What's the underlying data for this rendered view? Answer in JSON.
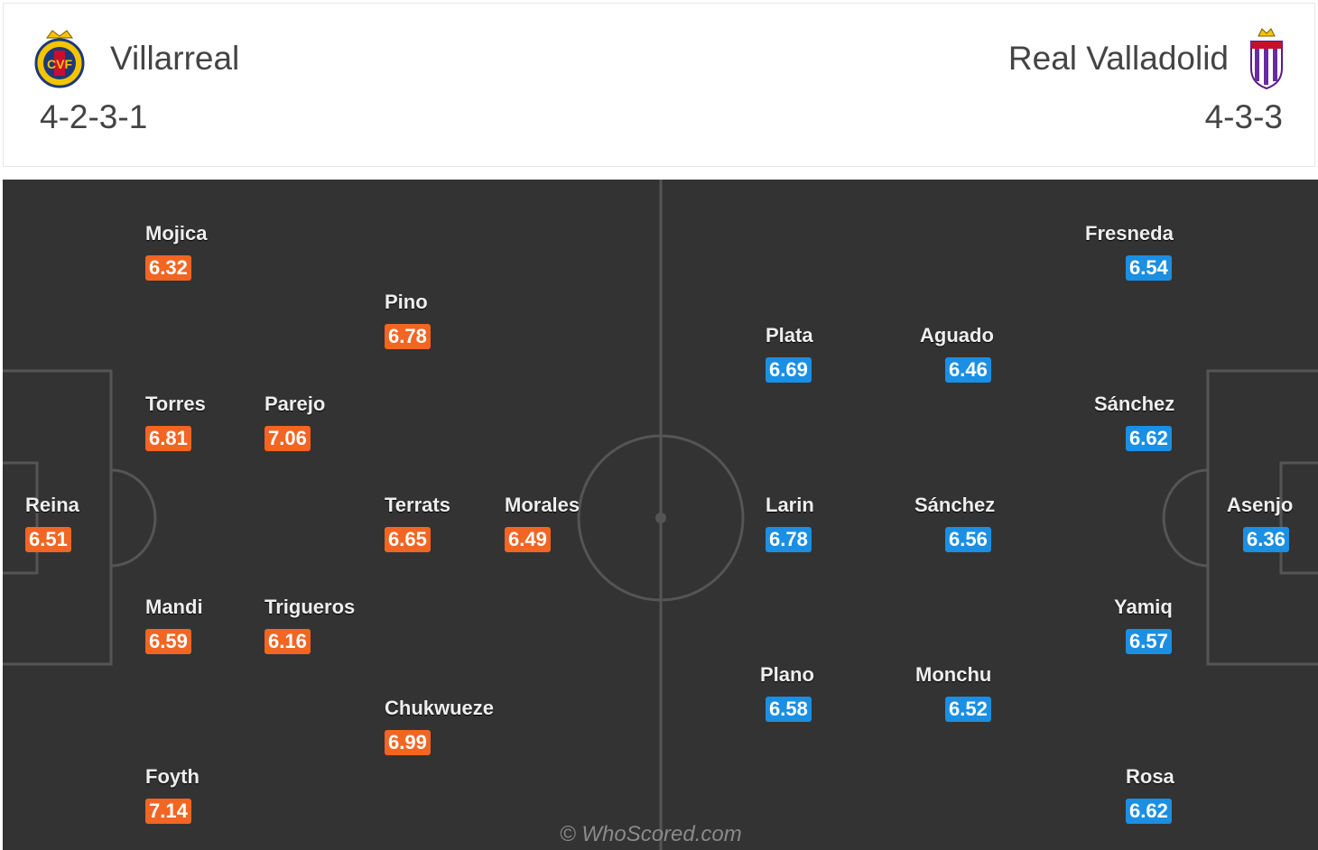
{
  "home": {
    "name": "Villarreal",
    "formation": "4-2-3-1",
    "color": "#f26522",
    "crest_icon": "villarreal-crest-icon"
  },
  "away": {
    "name": "Real Valladolid",
    "formation": "4-3-3",
    "color": "#1a8fe3",
    "crest_icon": "valladolid-crest-icon"
  },
  "home_players": [
    {
      "name": "Mojica",
      "rating": "6.32"
    },
    {
      "name": "Pino",
      "rating": "6.78"
    },
    {
      "name": "Torres",
      "rating": "6.81"
    },
    {
      "name": "Parejo",
      "rating": "7.06"
    },
    {
      "name": "Reina",
      "rating": "6.51"
    },
    {
      "name": "Terrats",
      "rating": "6.65"
    },
    {
      "name": "Morales",
      "rating": "6.49"
    },
    {
      "name": "Mandi",
      "rating": "6.59"
    },
    {
      "name": "Trigueros",
      "rating": "6.16"
    },
    {
      "name": "Chukwueze",
      "rating": "6.99"
    },
    {
      "name": "Foyth",
      "rating": "7.14"
    }
  ],
  "away_players": [
    {
      "name": "Fresneda",
      "rating": "6.54"
    },
    {
      "name": "Plata",
      "rating": "6.69"
    },
    {
      "name": "Aguado",
      "rating": "6.46"
    },
    {
      "name": "Sánchez",
      "rating": "6.62"
    },
    {
      "name": "Larin",
      "rating": "6.78"
    },
    {
      "name": "Sánchez",
      "rating": "6.56"
    },
    {
      "name": "Asenjo",
      "rating": "6.36"
    },
    {
      "name": "Yamiq",
      "rating": "6.57"
    },
    {
      "name": "Plano",
      "rating": "6.58"
    },
    {
      "name": "Monchu",
      "rating": "6.52"
    },
    {
      "name": "Rosa",
      "rating": "6.62"
    }
  ],
  "watermark": "© WhoScored.com"
}
